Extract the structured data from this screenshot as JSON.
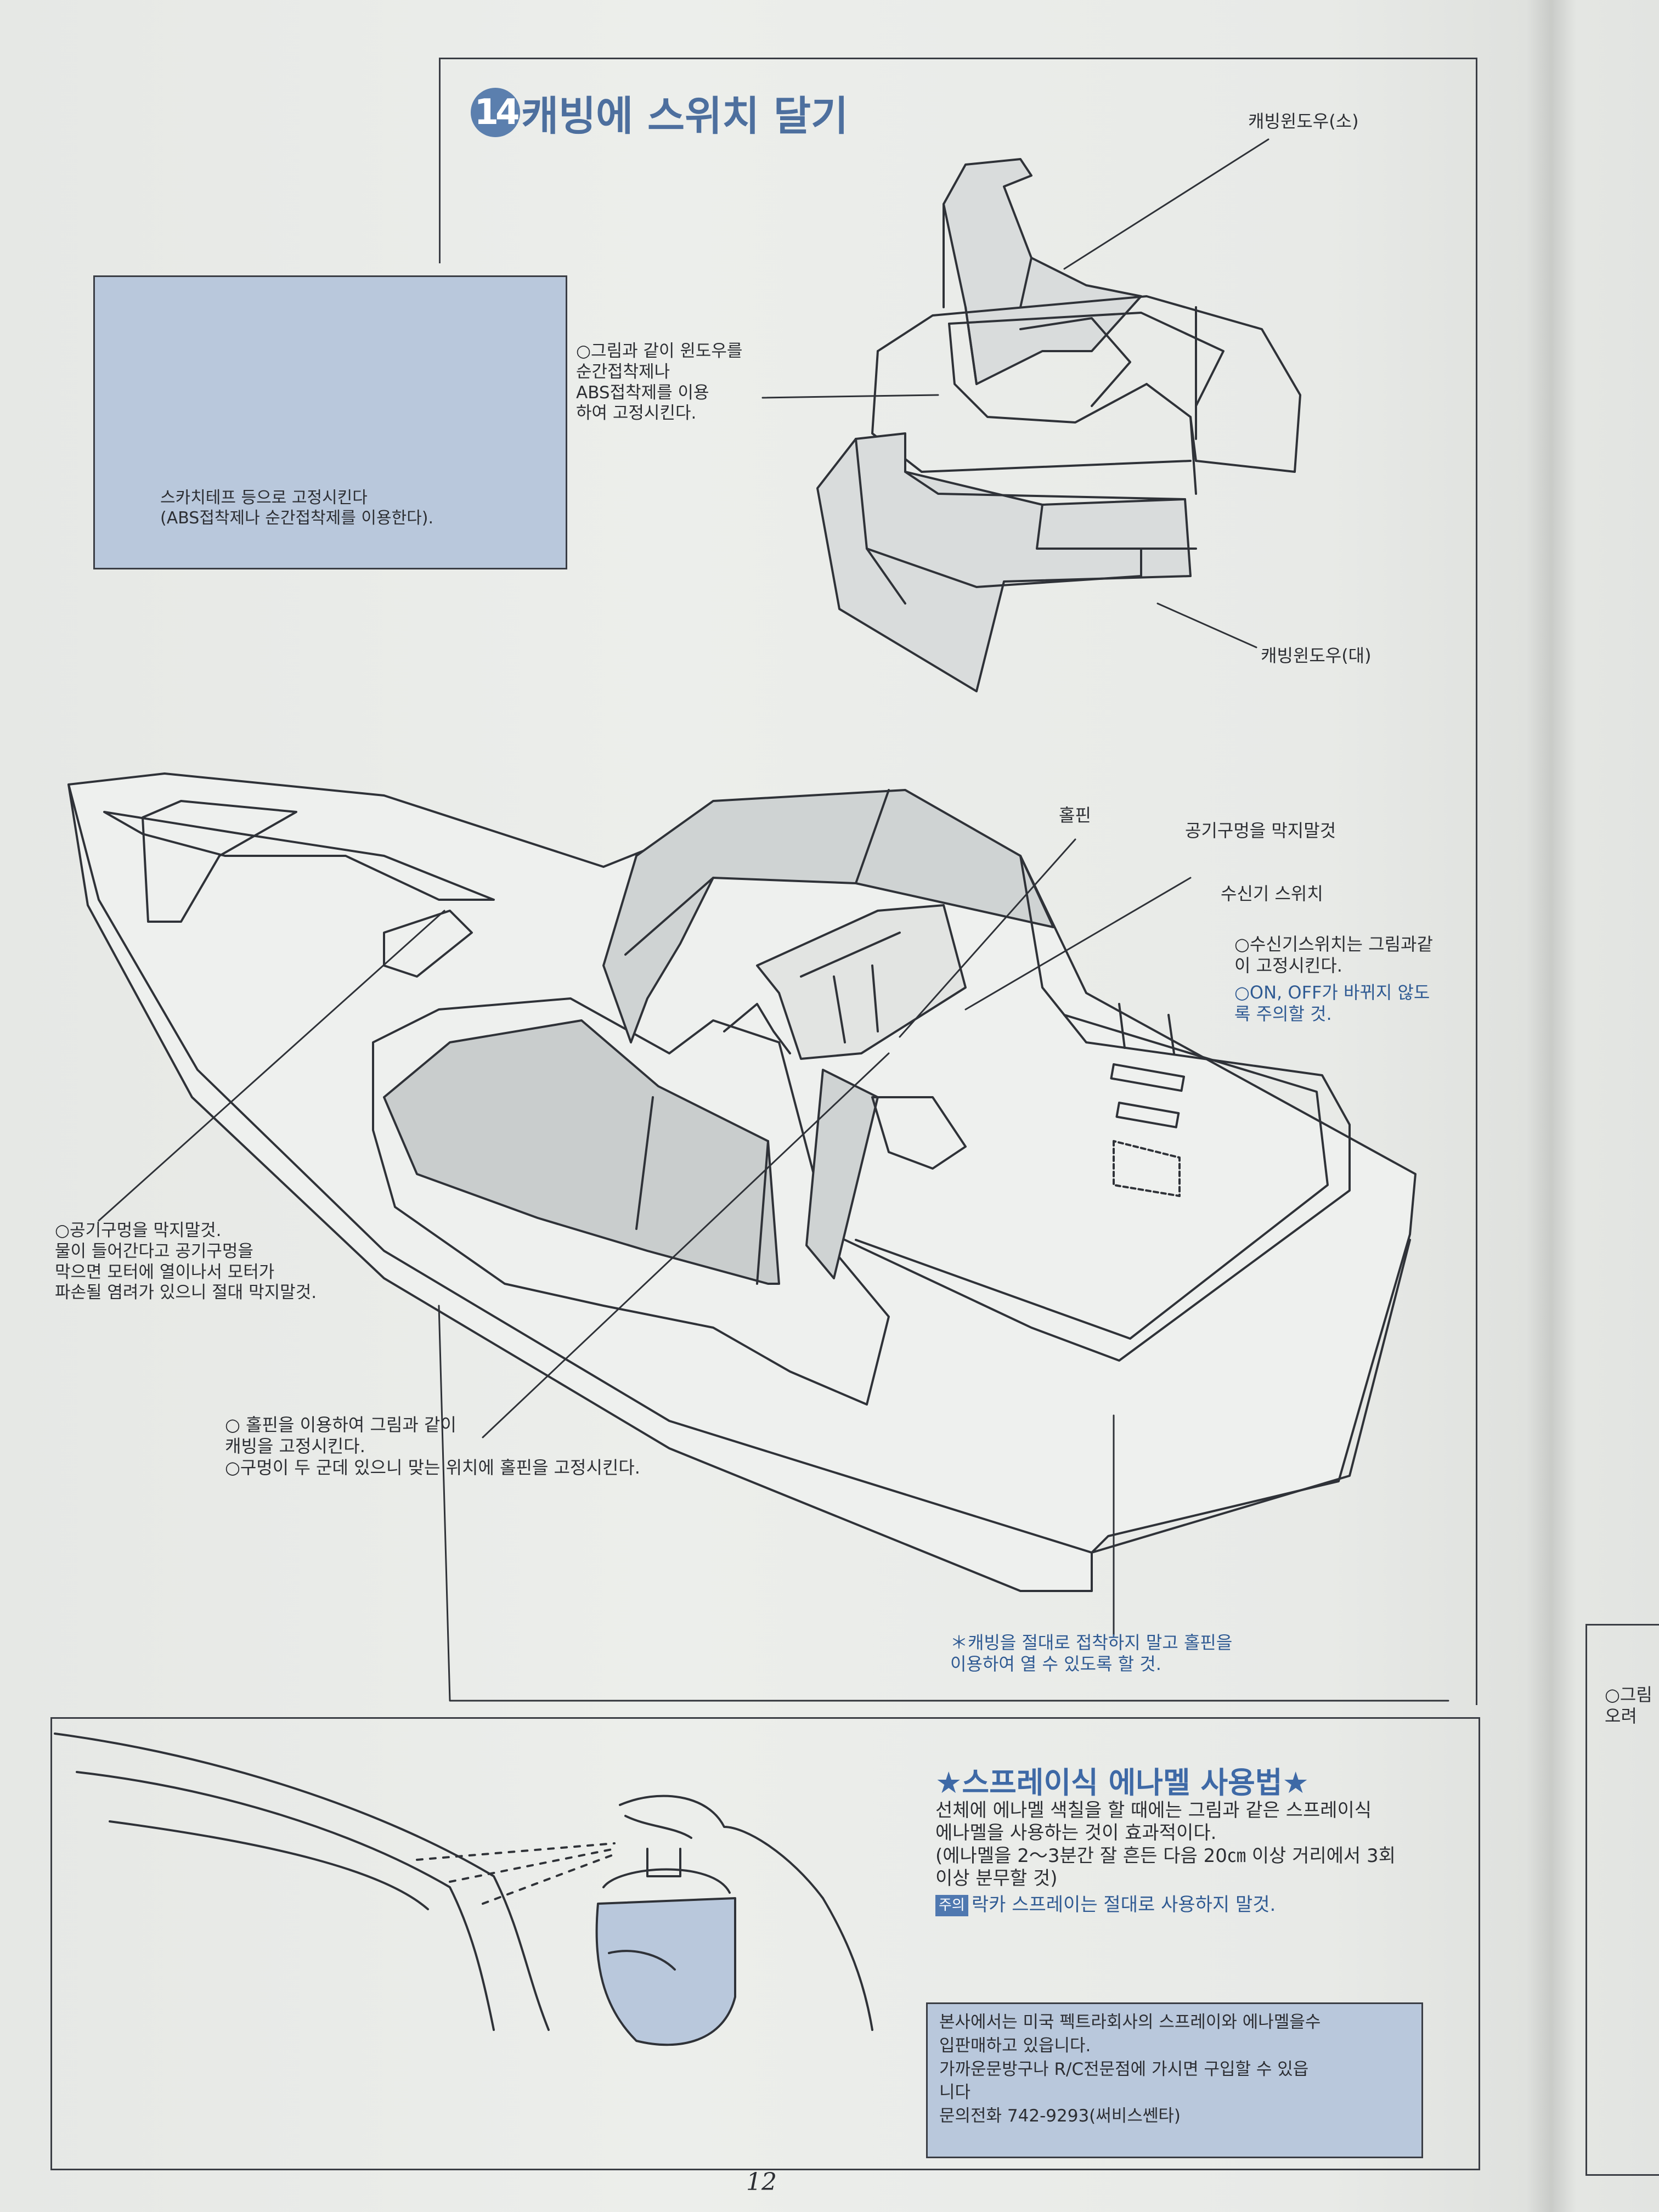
{
  "section": {
    "number": "14",
    "title": "캐빙에 스위치 달기"
  },
  "inset_note": "스카치테프 등으로 고정시킨다\n(ABS접착제나 순간접착제를 이용한다).",
  "glue_note": "○그림과 같이 윈도우를\n  순간접착제나\n  ABS접착제를  이용\n  하여 고정시킨다.",
  "labels": {
    "window_small": "캐빙윈도우(소)",
    "window_large": "캐빙윈도우(대)",
    "hole_pin": "홀핀",
    "air_hole": "공기구멍을 막지말것",
    "receiver_switch": "수신기 스위치"
  },
  "receiver_note": {
    "line1": "○수신기스위치는 그림과같\n  이 고정시킨다.",
    "line2": "○ON, OFF가 바뀌지 않도\n    록 주의할 것."
  },
  "air_note": "○공기구멍을 막지말것.\n  물이 들어간다고 공기구멍을\n  막으면 모터에 열이나서 모터가\n  파손될 염려가 있으니 절대 막지말것.",
  "pin_note": "○ 홀핀을 이용하여 그림과 같이\n    캐빙을 고정시킨다.\n○구멍이 두 군데 있으니 맞는 위치에 홀핀을 고정시킨다.",
  "cabin_note": "＊캐빙을 절대로 접착하지 말고 홀핀을\n   이용하여 열 수 있도록 할 것.",
  "spray": {
    "title": "★스프레이식 에나멜 사용법★",
    "body": "선체에 에나멜 색칠을 할 때에는 그림과 같은 스프레이식\n에나멜을 사용하는 것이 효과적이다.\n(에나멜을 2～3분간 잘 흔든 다음 20㎝ 이상 거리에서 3회\n이상 분무할 것)",
    "warn_label": "주의",
    "warn_text": "락카 스프레이는 절대로 사용하지 말것."
  },
  "shop_note": "본사에서는 미국 펙트라회사의 스프레이와 에나멜을수\n입판매하고 있읍니다.\n가까운문방구나 R/C전문점에 가시면 구입할 수 있읍\n니다\n문의전화 742-9293(써비스쎈타)",
  "next_page_fragment": "○그림\n  오려",
  "page_number": "12",
  "colors": {
    "accent_blue": "#4d6f9e",
    "panel_blue": "#b9c8dc",
    "paper": "#e9ebe8",
    "ink": "#2c2e33"
  }
}
